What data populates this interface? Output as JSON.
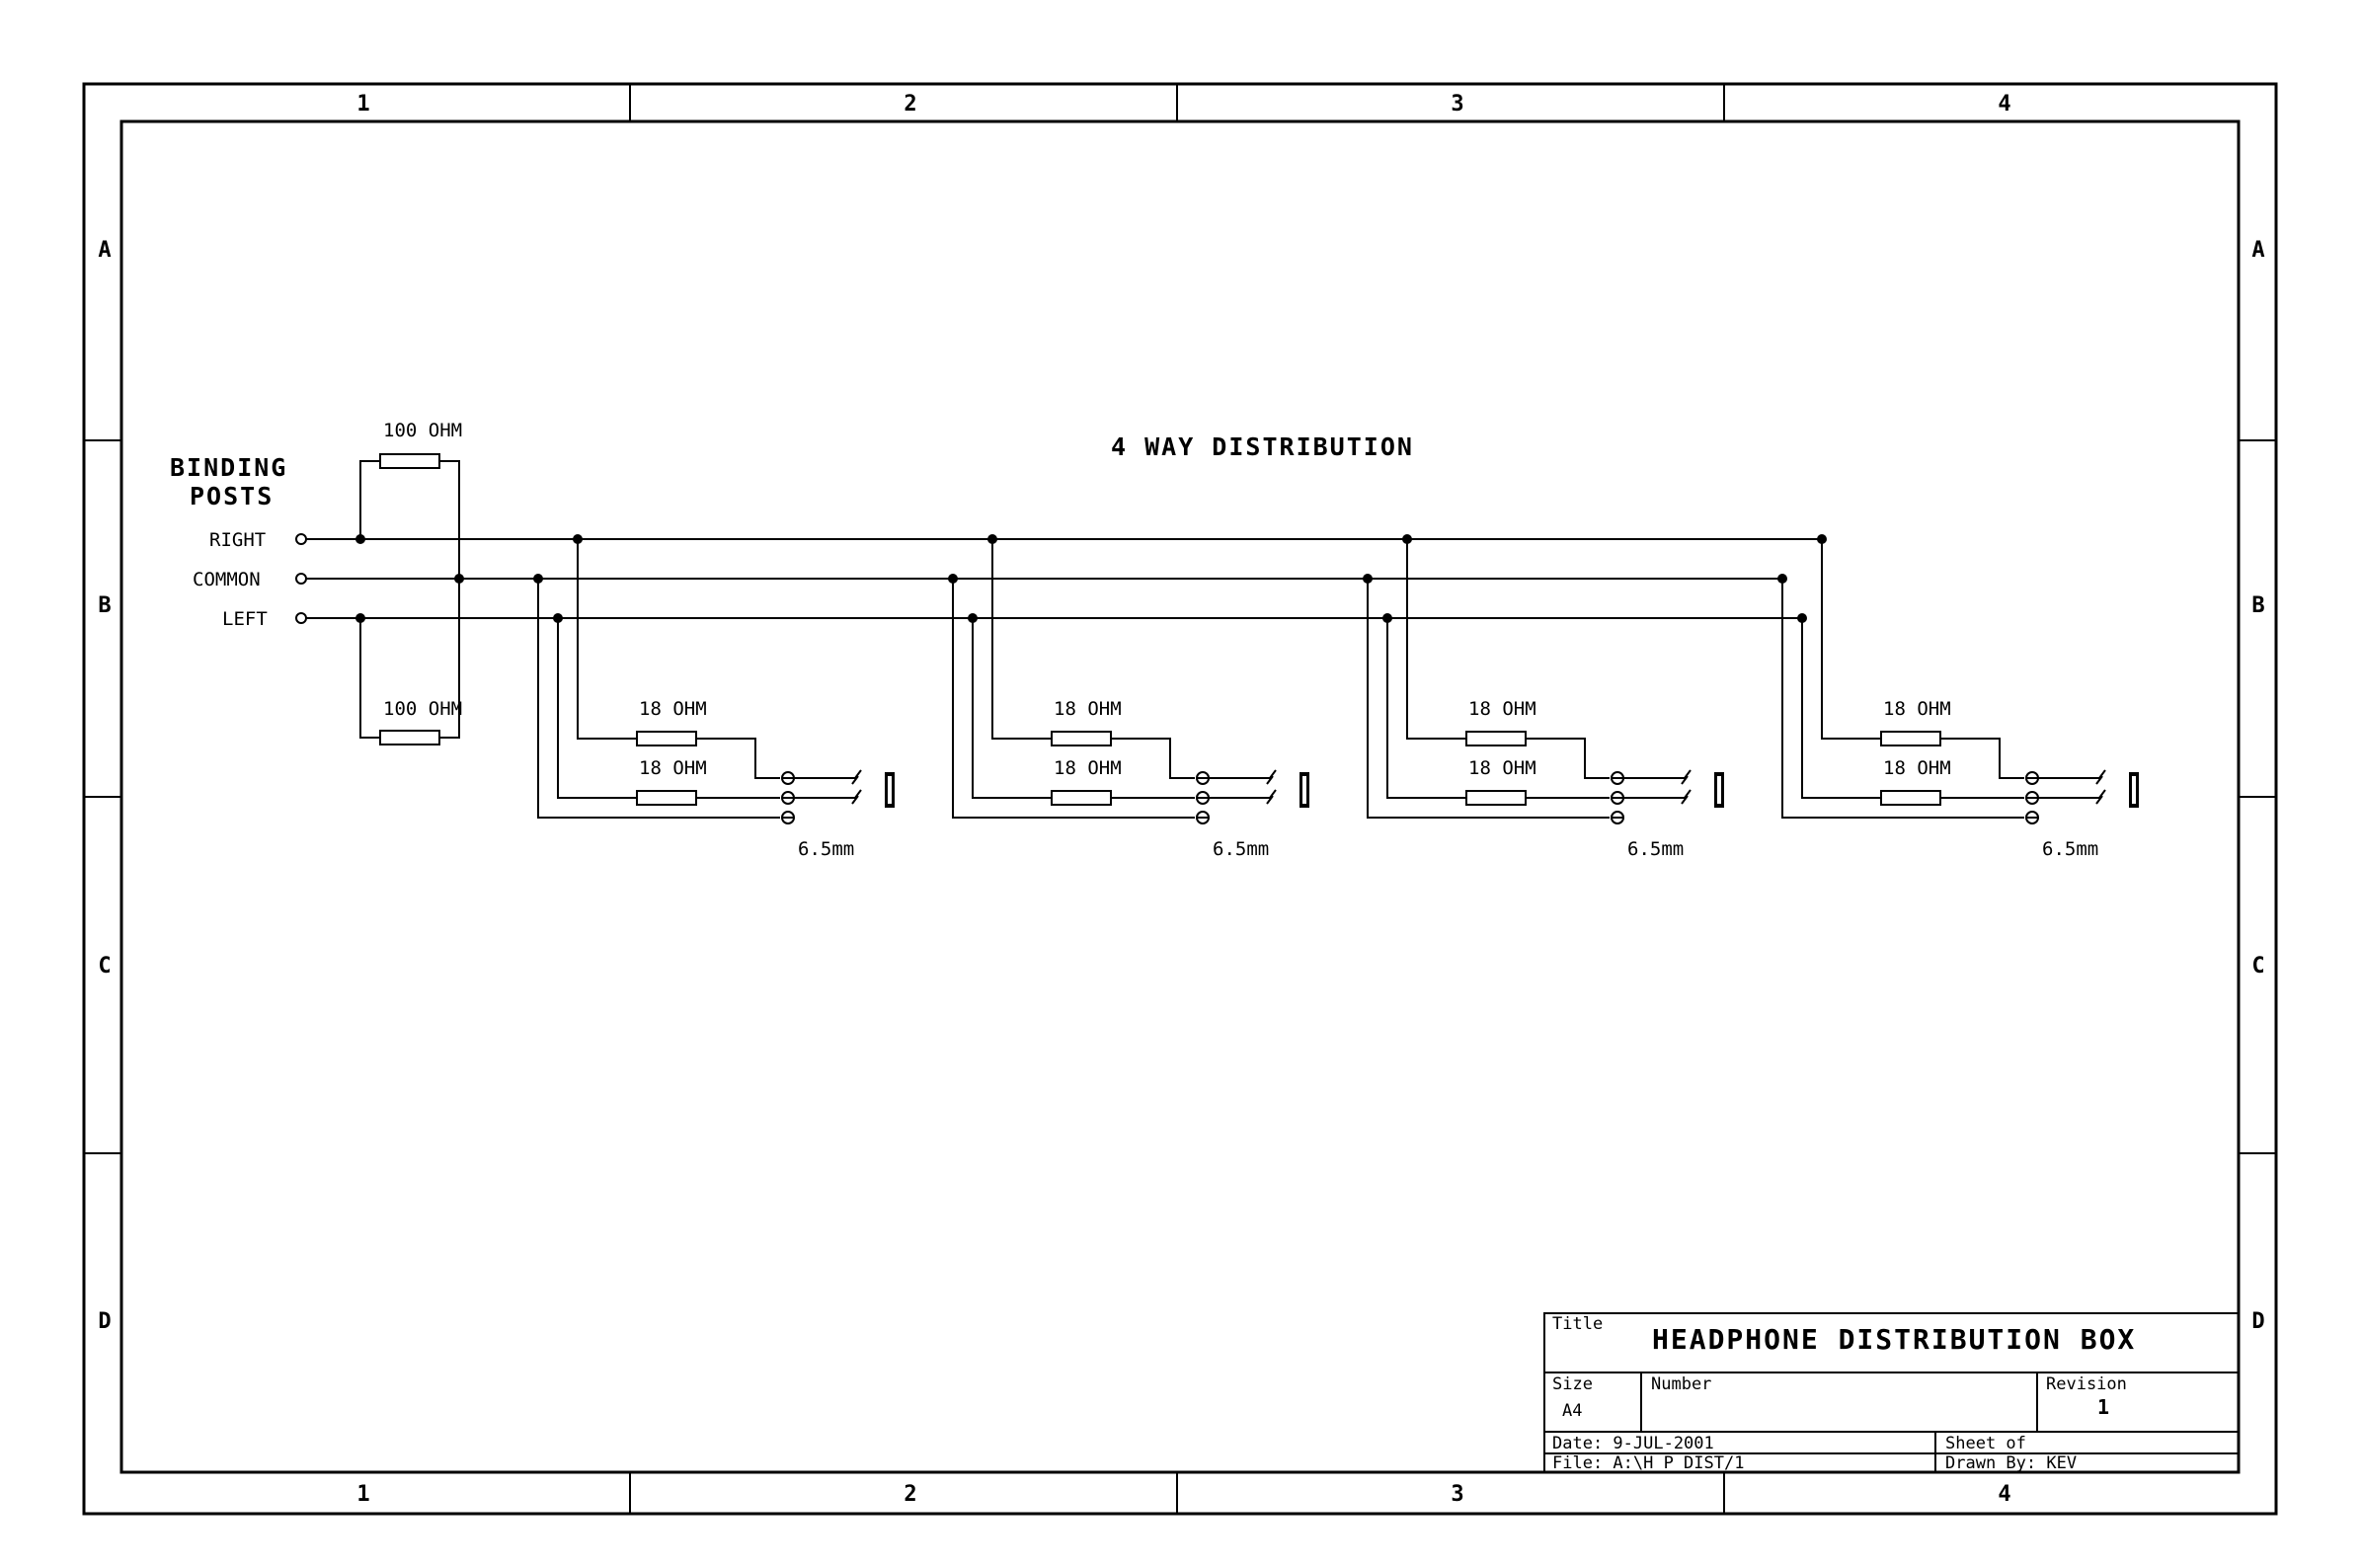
{
  "frame": {
    "columns": [
      "1",
      "2",
      "3",
      "4"
    ],
    "rows": [
      "A",
      "B",
      "C",
      "D"
    ]
  },
  "labels": {
    "heading": "4 WAY DISTRIBUTION",
    "binding_line1": "BINDING",
    "binding_line2": "POSTS",
    "right": "RIGHT",
    "common": "COMMON",
    "left": "LEFT",
    "r_top": "100 OHM",
    "r_bottom": "100 OHM",
    "r_out": "18 OHM",
    "jack": "6.5mm"
  },
  "outputs": 4,
  "title_block": {
    "title_label": "Title",
    "title": "HEADPHONE DISTRIBUTION BOX",
    "size_label": "Size",
    "size": "A4",
    "number_label": "Number",
    "revision_label": "Revision",
    "revision": "1",
    "date": "Date:  9-JUL-2001",
    "file": "File:  A:\\H_P_DIST/1",
    "sheet": "Sheet    of",
    "drawn_by": "Drawn By:   KEV"
  }
}
